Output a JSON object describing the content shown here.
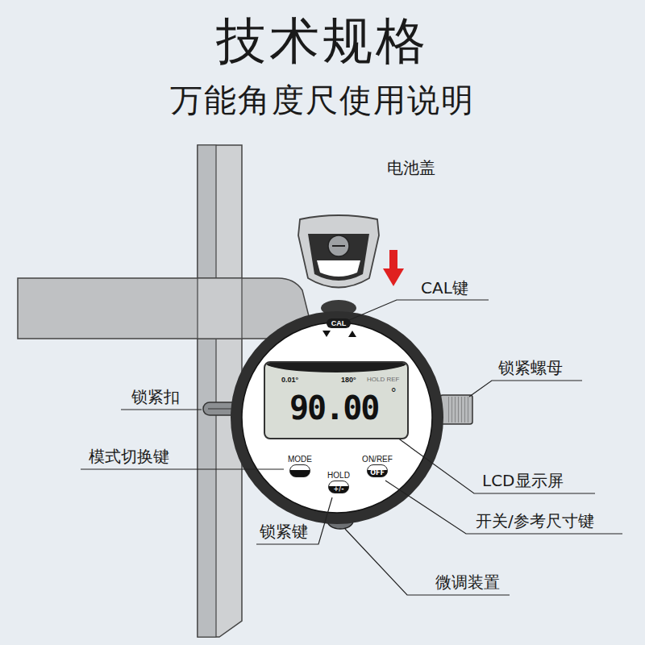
{
  "diagram": {
    "title": "技术规格",
    "nodes": [
      {
        "text": [
          "CAL"
        ]
      },
      {
        "text": [
          "0.01°",
          "180°",
          "HOLD REF",
          "90.00",
          "°"
        ]
      },
      {
        "text": [
          "MODE"
        ]
      },
      {
        "text": [
          "HOLD",
          "+/-"
        ]
      },
      {
        "text": [
          "ON/REF",
          "OFF"
        ]
      }
    ],
    "labels": [
      "万能角度尺使用说明",
      "电池盖",
      "CAL键",
      "锁紧螺母",
      "锁紧扣",
      "模式切换键",
      "LCD显示屏",
      "开关/参考尺寸键",
      "锁紧键",
      "微调装置"
    ]
  }
}
